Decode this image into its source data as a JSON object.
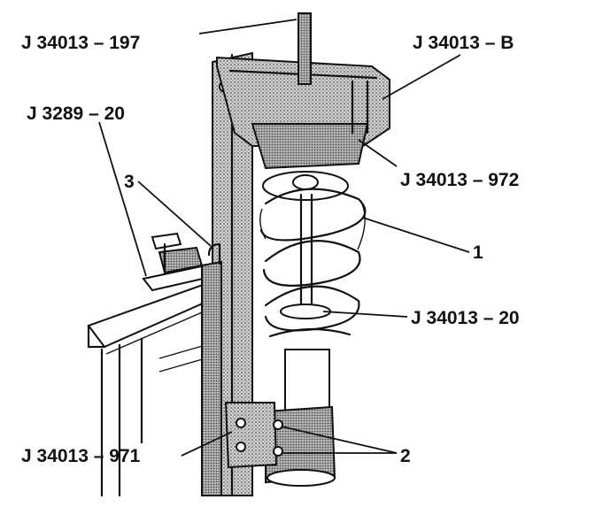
{
  "labels": {
    "spring_compressor_rod": "J 34013 – 197",
    "compressor_top_cup": "J 34013 – B",
    "vise_tool": "J 3289 – 20",
    "callout_3": "3",
    "top_adapter": "J 34013 – 972",
    "callout_1": "1",
    "spring_adapter": "J 34013 – 20",
    "base_adapter": "J 34013 – 971",
    "callout_2": "2"
  },
  "colors": {
    "ink": "#111111",
    "shading": "#9a9a9a",
    "background": "#ffffff"
  }
}
